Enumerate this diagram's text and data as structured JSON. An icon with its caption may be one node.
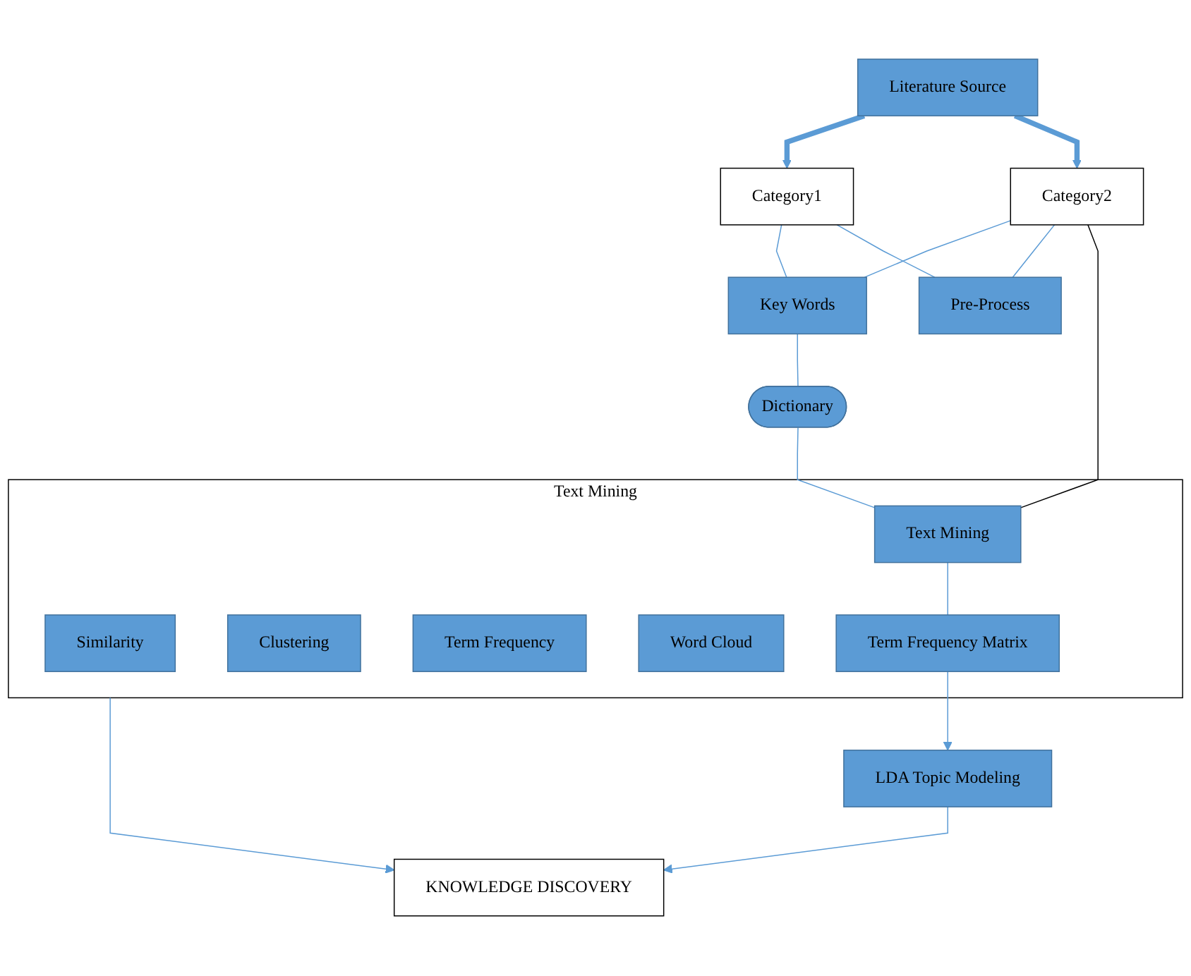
{
  "diagram": {
    "nodes": [
      {
        "text": [
          "Literature Source"
        ]
      },
      {
        "text": [
          "Category1"
        ]
      },
      {
        "text": [
          "Category2"
        ]
      },
      {
        "text": [
          "Key Words"
        ]
      },
      {
        "text": [
          "Pre-Process"
        ]
      },
      {
        "text": [
          "Dictionary"
        ]
      },
      {
        "text": [
          "Text Mining"
        ]
      },
      {
        "text": [
          "Similarity"
        ],
        "in": 6
      },
      {
        "text": [
          "Clustering"
        ],
        "in": 6
      },
      {
        "text": [
          "Text Mining"
        ],
        "in": 6
      },
      {
        "text": [
          "Term Frequency"
        ],
        "in": 6
      },
      {
        "text": [
          "Word Cloud"
        ],
        "in": 6
      },
      {
        "text": [
          "Term Frequency Matrix"
        ],
        "in": 6
      },
      {
        "text": [
          "LDA Topic Modeling"
        ]
      },
      {
        "text": [
          "KNOWLEDGE DISCOVERY"
        ]
      }
    ],
    "edges": [
      {
        "from": 0,
        "to": 1,
        "arrow": "to",
        "style": "thick"
      },
      {
        "from": 0,
        "to": 2,
        "arrow": "to",
        "style": "thick"
      },
      {
        "from": 1,
        "to": 3,
        "arrow": "none"
      },
      {
        "from": 2,
        "to": 3,
        "arrow": "none"
      },
      {
        "from": 1,
        "to": 4,
        "arrow": "none"
      },
      {
        "from": 2,
        "to": 4,
        "arrow": "none"
      },
      {
        "from": 2,
        "to": 9,
        "arrow": "none",
        "color": "#000000"
      },
      {
        "from": 3,
        "to": 5,
        "arrow": "none"
      },
      {
        "from": 5,
        "to": 9,
        "arrow": "none"
      },
      {
        "from": 9,
        "to": 12,
        "arrow": "none"
      },
      {
        "from": 12,
        "to": 13,
        "arrow": "to"
      },
      {
        "from": 13,
        "to": 14,
        "arrow": "to"
      },
      {
        "from": 6,
        "to": 14,
        "arrow": "to"
      }
    ]
  }
}
